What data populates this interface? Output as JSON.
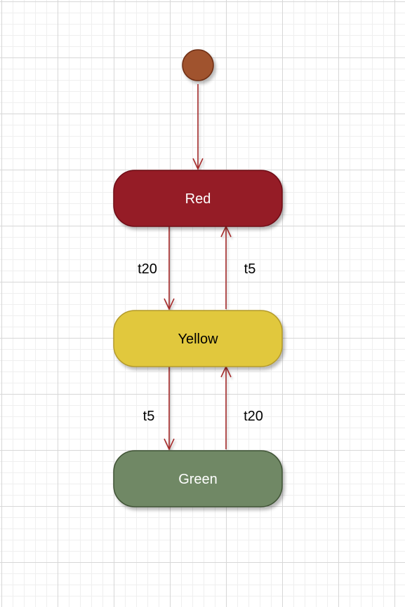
{
  "colors": {
    "initial_fill": "#a0522d",
    "initial_stroke": "#6e2f12",
    "edge": "#a52a2a",
    "red_fill": "#951a27",
    "red_stroke": "#6e0f18",
    "yellow_fill": "#e1c83e",
    "yellow_stroke": "#b39a2c",
    "green_fill": "#6f8865",
    "green_stroke": "#3f5236"
  },
  "states": {
    "red": {
      "label": "Red",
      "text_color": "#ffffff"
    },
    "yellow": {
      "label": "Yellow",
      "text_color": "#000000"
    },
    "green": {
      "label": "Green",
      "text_color": "#ffffff"
    }
  },
  "transitions": {
    "red_to_yellow": {
      "label": "t20"
    },
    "yellow_to_red": {
      "label": "t5"
    },
    "yellow_to_green": {
      "label": "t5"
    },
    "green_to_yellow": {
      "label": "t20"
    }
  }
}
